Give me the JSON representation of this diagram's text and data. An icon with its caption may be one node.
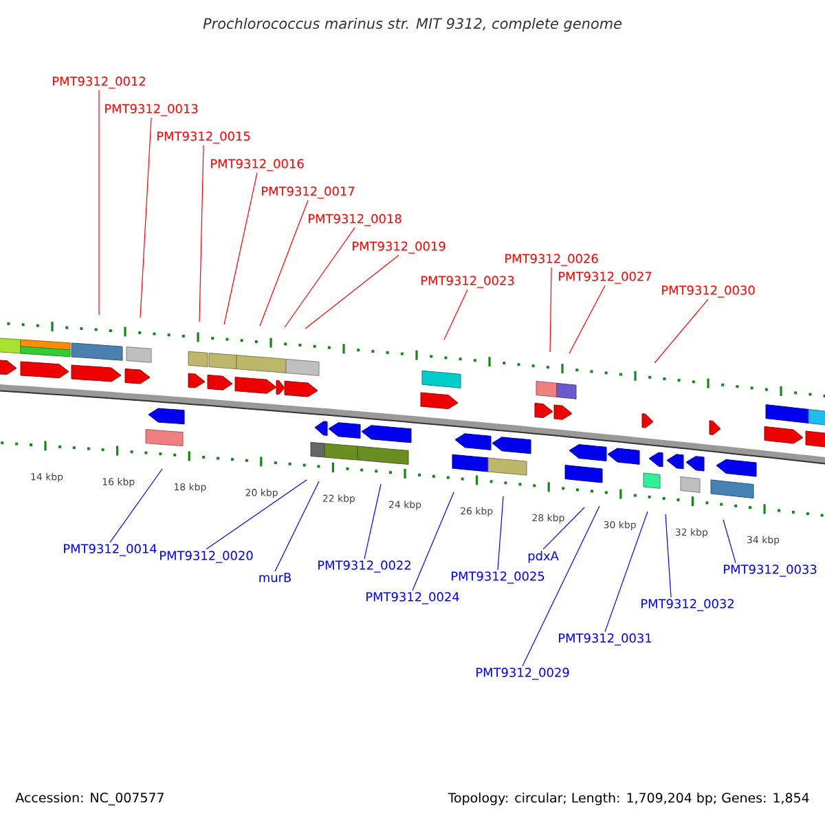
{
  "diagram": {
    "title": "Prochlorococcus marinus str. MIT 9312, complete genome",
    "nodes": [
      {
        "text": [
          "PMT9312_0012"
        ]
      },
      {
        "text": [
          "PMT9312_0013"
        ]
      },
      {
        "text": [
          "PMT9312_0015"
        ]
      },
      {
        "text": [
          "PMT9312_0016"
        ]
      },
      {
        "text": [
          "PMT9312_0017"
        ]
      },
      {
        "text": [
          "PMT9312_0018"
        ]
      },
      {
        "text": [
          "PMT9312_0019"
        ]
      },
      {
        "text": [
          "PMT9312_0023"
        ]
      },
      {
        "text": [
          "PMT9312_0026"
        ]
      },
      {
        "text": [
          "PMT9312_0027"
        ]
      },
      {
        "text": [
          "PMT9312_0030"
        ]
      },
      {
        "text": [
          "PMT9312_0014"
        ]
      },
      {
        "text": [
          "PMT9312_0020"
        ]
      },
      {
        "text": [
          "murB"
        ]
      },
      {
        "text": [
          "PMT9312_0022"
        ]
      },
      {
        "text": [
          "PMT9312_0024"
        ]
      },
      {
        "text": [
          "PMT9312_0025"
        ]
      },
      {
        "text": [
          "pdxA"
        ]
      },
      {
        "text": [
          "PMT9312_0029"
        ]
      },
      {
        "text": [
          "PMT9312_0031"
        ]
      },
      {
        "text": [
          "PMT9312_0032"
        ]
      },
      {
        "text": [
          "PMT9312_0033"
        ]
      }
    ],
    "edges": [
      {
        "from": 0,
        "to": null,
        "arrow": "none",
        "color": "#ff0000"
      },
      {
        "from": 1,
        "to": null,
        "arrow": "none",
        "color": "#ff0000"
      },
      {
        "from": 2,
        "to": null,
        "arrow": "none",
        "color": "#ff0000"
      },
      {
        "from": 3,
        "to": null,
        "arrow": "none",
        "color": "#ff0000"
      },
      {
        "from": 4,
        "to": null,
        "arrow": "none",
        "color": "#ff0000"
      },
      {
        "from": 5,
        "to": null,
        "arrow": "none",
        "color": "#ff0000"
      },
      {
        "from": 6,
        "to": null,
        "arrow": "none",
        "color": "#ff0000"
      },
      {
        "from": 7,
        "to": null,
        "arrow": "none",
        "color": "#ff0000"
      },
      {
        "from": 8,
        "to": null,
        "arrow": "none",
        "color": "#ff0000"
      },
      {
        "from": 9,
        "to": null,
        "arrow": "none",
        "color": "#ff0000"
      },
      {
        "from": 10,
        "to": null,
        "arrow": "none",
        "color": "#ff0000"
      },
      {
        "from": 11,
        "to": null,
        "arrow": "none",
        "color": "#0000ff"
      },
      {
        "from": 12,
        "to": null,
        "arrow": "none",
        "color": "#0000ff"
      },
      {
        "from": 13,
        "to": null,
        "arrow": "none",
        "color": "#0000ff"
      },
      {
        "from": 14,
        "to": null,
        "arrow": "none",
        "color": "#0000ff"
      },
      {
        "from": 15,
        "to": null,
        "arrow": "none",
        "color": "#0000ff"
      },
      {
        "from": 16,
        "to": null,
        "arrow": "none",
        "color": "#0000ff"
      },
      {
        "from": 17,
        "to": null,
        "arrow": "none",
        "color": "#0000ff"
      },
      {
        "from": 18,
        "to": null,
        "arrow": "none",
        "color": "#0000ff"
      },
      {
        "from": 19,
        "to": null,
        "arrow": "none",
        "color": "#0000ff"
      },
      {
        "from": 20,
        "to": null,
        "arrow": "none",
        "color": "#0000ff"
      },
      {
        "from": 21,
        "to": null,
        "arrow": "none",
        "color": "#0000ff"
      }
    ],
    "labels": [
      "14 kbp",
      "16 kbp",
      "18 kbp",
      "20 kbp",
      "22 kbp",
      "24 kbp",
      "26 kbp",
      "28 kbp",
      "30 kbp",
      "32 kbp",
      "34 kbp",
      "Accession: NC_007577",
      "Topology: circular; Length: 1,709,204 bp; Genes: 1,854"
    ]
  }
}
